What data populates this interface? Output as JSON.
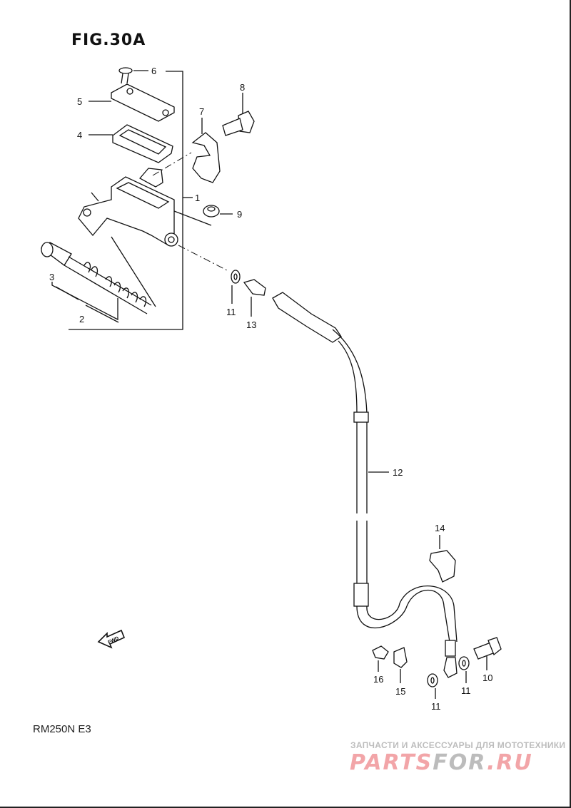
{
  "figure_title": "FIG.30A",
  "model_code": "RM250N  E3",
  "part_labels": [
    "1",
    "2",
    "3",
    "4",
    "5",
    "6",
    "7",
    "8",
    "9",
    "10",
    "11",
    "11",
    "11",
    "12",
    "13",
    "14",
    "15",
    "16"
  ],
  "fwd_label": "FWD",
  "watermark": {
    "tagline": "ЗАПЧАСТИ И АКСЕССУАРЫ ДЛЯ МОТОТЕХНИКИ",
    "logo_part1": "PARTS",
    "logo_part2": "FOR",
    "logo_part3": ".RU",
    "colors": {
      "pink": "#f2a5a8",
      "gray": "#bcbcbc"
    }
  }
}
